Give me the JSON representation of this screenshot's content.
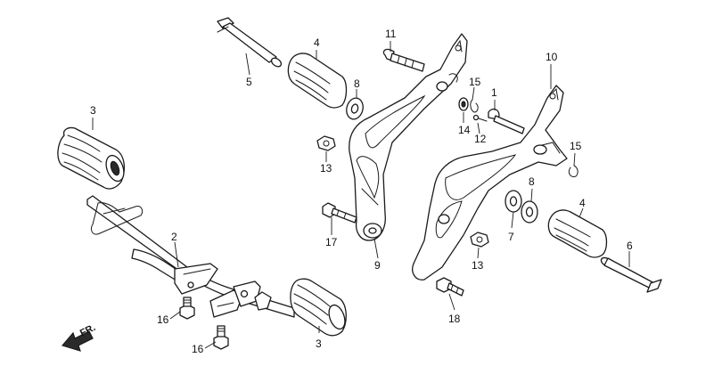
{
  "callouts": {
    "c1": "1",
    "c2": "2",
    "c3a": "3",
    "c3b": "3",
    "c4a": "4",
    "c4b": "4",
    "c5": "5",
    "c6": "6",
    "c7": "7",
    "c8a": "8",
    "c8b": "8",
    "c9": "9",
    "c10": "10",
    "c11": "11",
    "c12": "12",
    "c13a": "13",
    "c13b": "13",
    "c14": "14",
    "c15a": "15",
    "c15b": "15",
    "c16a": "16",
    "c16b": "16",
    "c17": "17",
    "c18": "18"
  },
  "direction": {
    "label": "FR.",
    "icon": "front-direction-arrow-icon"
  },
  "colors": {
    "line": "#1a1a1a",
    "background": "#ffffff"
  }
}
